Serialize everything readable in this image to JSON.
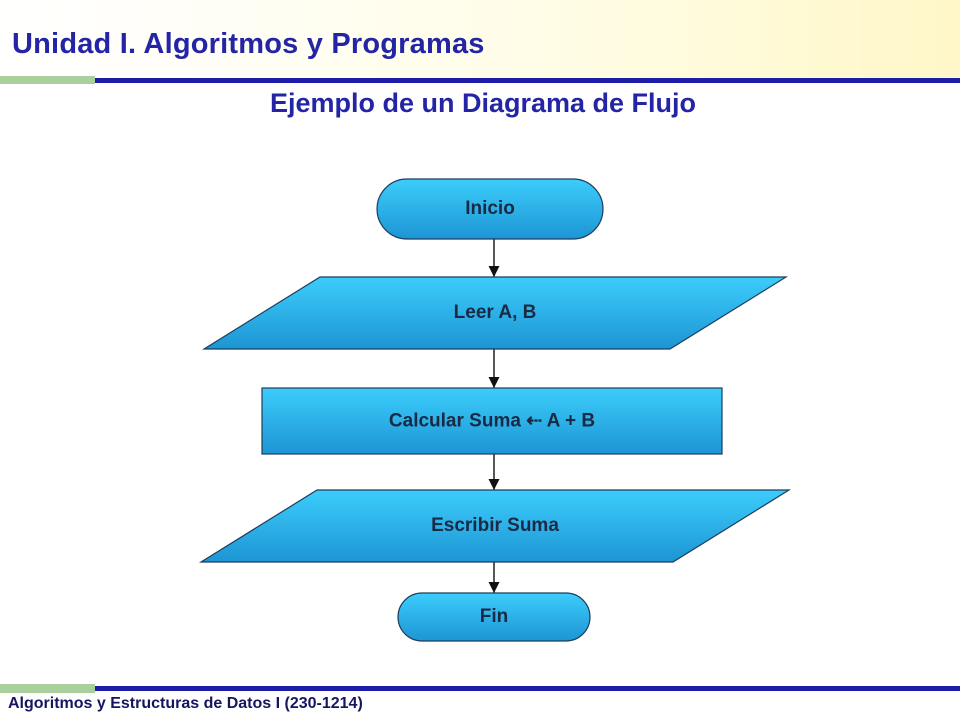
{
  "slide": {
    "title": "Unidad I. Algoritmos y Programas",
    "subtitle": "Ejemplo de un Diagrama de Flujo",
    "footer": "Algoritmos y Estructuras de Datos I (230-1214)"
  },
  "flowchart": {
    "nodes": [
      {
        "id": "inicio",
        "shape": "terminator",
        "label": "Inicio"
      },
      {
        "id": "leer",
        "shape": "parallelogram",
        "label": "Leer A, B"
      },
      {
        "id": "calcular",
        "shape": "process",
        "label": "Calcular Suma ⇠ A + B"
      },
      {
        "id": "escribir",
        "shape": "parallelogram",
        "label": "Escribir Suma"
      },
      {
        "id": "fin",
        "shape": "terminator",
        "label": "Fin"
      }
    ],
    "edges": [
      {
        "from": "inicio",
        "to": "leer"
      },
      {
        "from": "leer",
        "to": "calcular"
      },
      {
        "from": "calcular",
        "to": "escribir"
      },
      {
        "from": "escribir",
        "to": "fin"
      }
    ]
  },
  "colors": {
    "title": "#2424a6",
    "rule_blue": "#1c1ca6",
    "rule_green": "#a9cf9d",
    "node_fill_light": "#3ccdfb",
    "node_fill_dark": "#1d95d4",
    "node_stroke": "#1e3c5c"
  }
}
